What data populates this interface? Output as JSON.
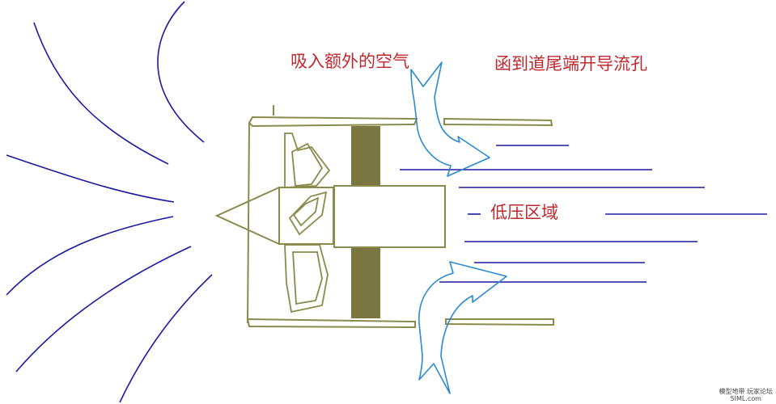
{
  "labels": {
    "intake": "吸入额外的空气",
    "duct": "函到道尾端开导流孔",
    "low_pressure": "低压区域"
  },
  "watermark": {
    "line1": "模型地带 玩家论坛",
    "line2": "5IML.com"
  },
  "colors": {
    "engine_outline": "#8a8a4a",
    "shaft": "#7a7642",
    "airflow_lines": "#1a1aa0",
    "arrows": "#2a8ad0",
    "labels": "#c0282e"
  }
}
